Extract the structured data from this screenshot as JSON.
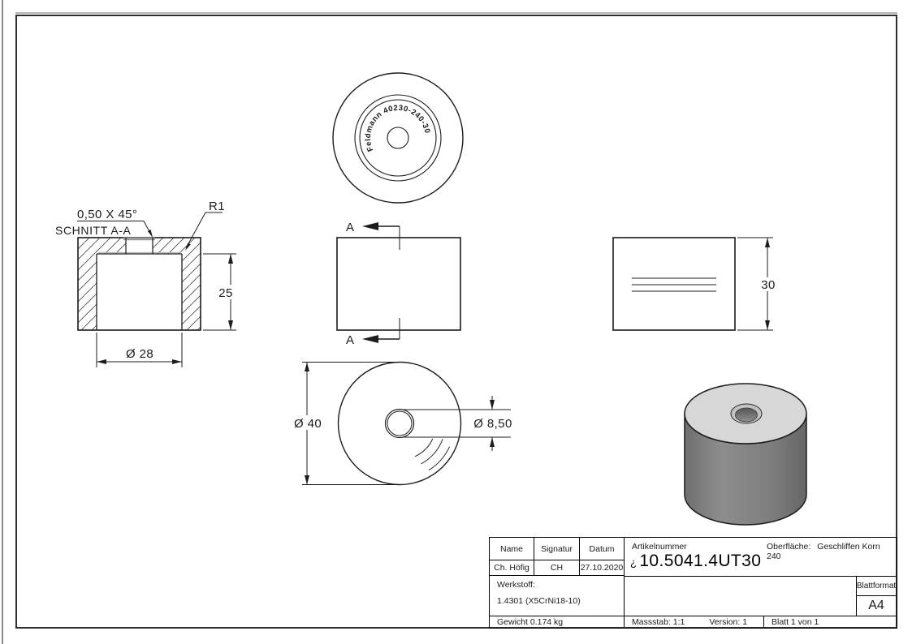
{
  "views": {
    "section_view": {
      "title": "SCHNITT A-A",
      "chamfer": "0,50 X 45°",
      "fillet": "R1",
      "depth": "25",
      "diameter": "Ø 28"
    },
    "front_view": {
      "section_label_top": "A",
      "section_label_bottom": "A"
    },
    "top_view": {
      "engraving": "Feldmann 40230-240-30"
    },
    "side_view": {
      "height": "30"
    },
    "bottom_view": {
      "outer_diameter": "Ø 40",
      "hole_diameter": "Ø 8,50"
    }
  },
  "title_block": {
    "name_label": "Name",
    "signature_label": "Signatur",
    "date_label": "Datum",
    "name_value": "Ch. Höfig",
    "signature_value": "CH",
    "date_value": "27.10.2020",
    "article_label": "Artikelnummer",
    "article_prefix": "¿",
    "article_number": "10.5041.4UT30",
    "surface_label": "Oberfläche:",
    "surface_value": "Geschliffen Korn 240",
    "material_label": "Werkstoff:",
    "material_value": "1.4301 (X5CrNi18-10)",
    "sheet_format_label": "Blattformat",
    "sheet_format_value": "A4",
    "weight": "Gewicht 0.174 kg",
    "scale": "Massstab: 1:1",
    "version": "Version: 1",
    "sheet": "Blatt 1 von 1"
  },
  "colors": {
    "frame": "#2f2f2f",
    "iso_top_face": "#d7d7d7",
    "iso_side_mid": "#838383",
    "chamfer_highlight": "#9a9a9a"
  }
}
